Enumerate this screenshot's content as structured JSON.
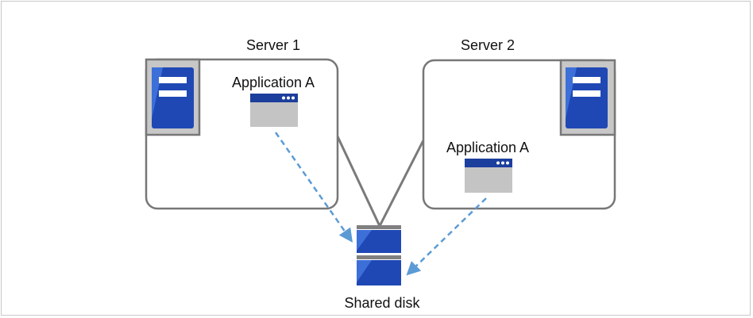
{
  "diagram": {
    "server1": {
      "title": "Server 1",
      "app_label": "Application A"
    },
    "server2": {
      "title": "Server 2",
      "app_label": "Application A"
    },
    "shared_disk": {
      "label": "Shared disk"
    },
    "icons": {
      "server": "server-icon",
      "application_window": "application-window-icon",
      "disk": "shared-disk-icon",
      "arrow": "dashed-arrow"
    },
    "colors": {
      "box_border": "#777777",
      "server_panel": "#c7c7c7",
      "server_blue": "#1f48b5",
      "server_blue_light": "#3d6fd9",
      "window_bar": "#1c3e9c",
      "window_body": "#c4c4c4",
      "arrow": "#5b9bd5",
      "connector": "#7a7a7a"
    }
  }
}
